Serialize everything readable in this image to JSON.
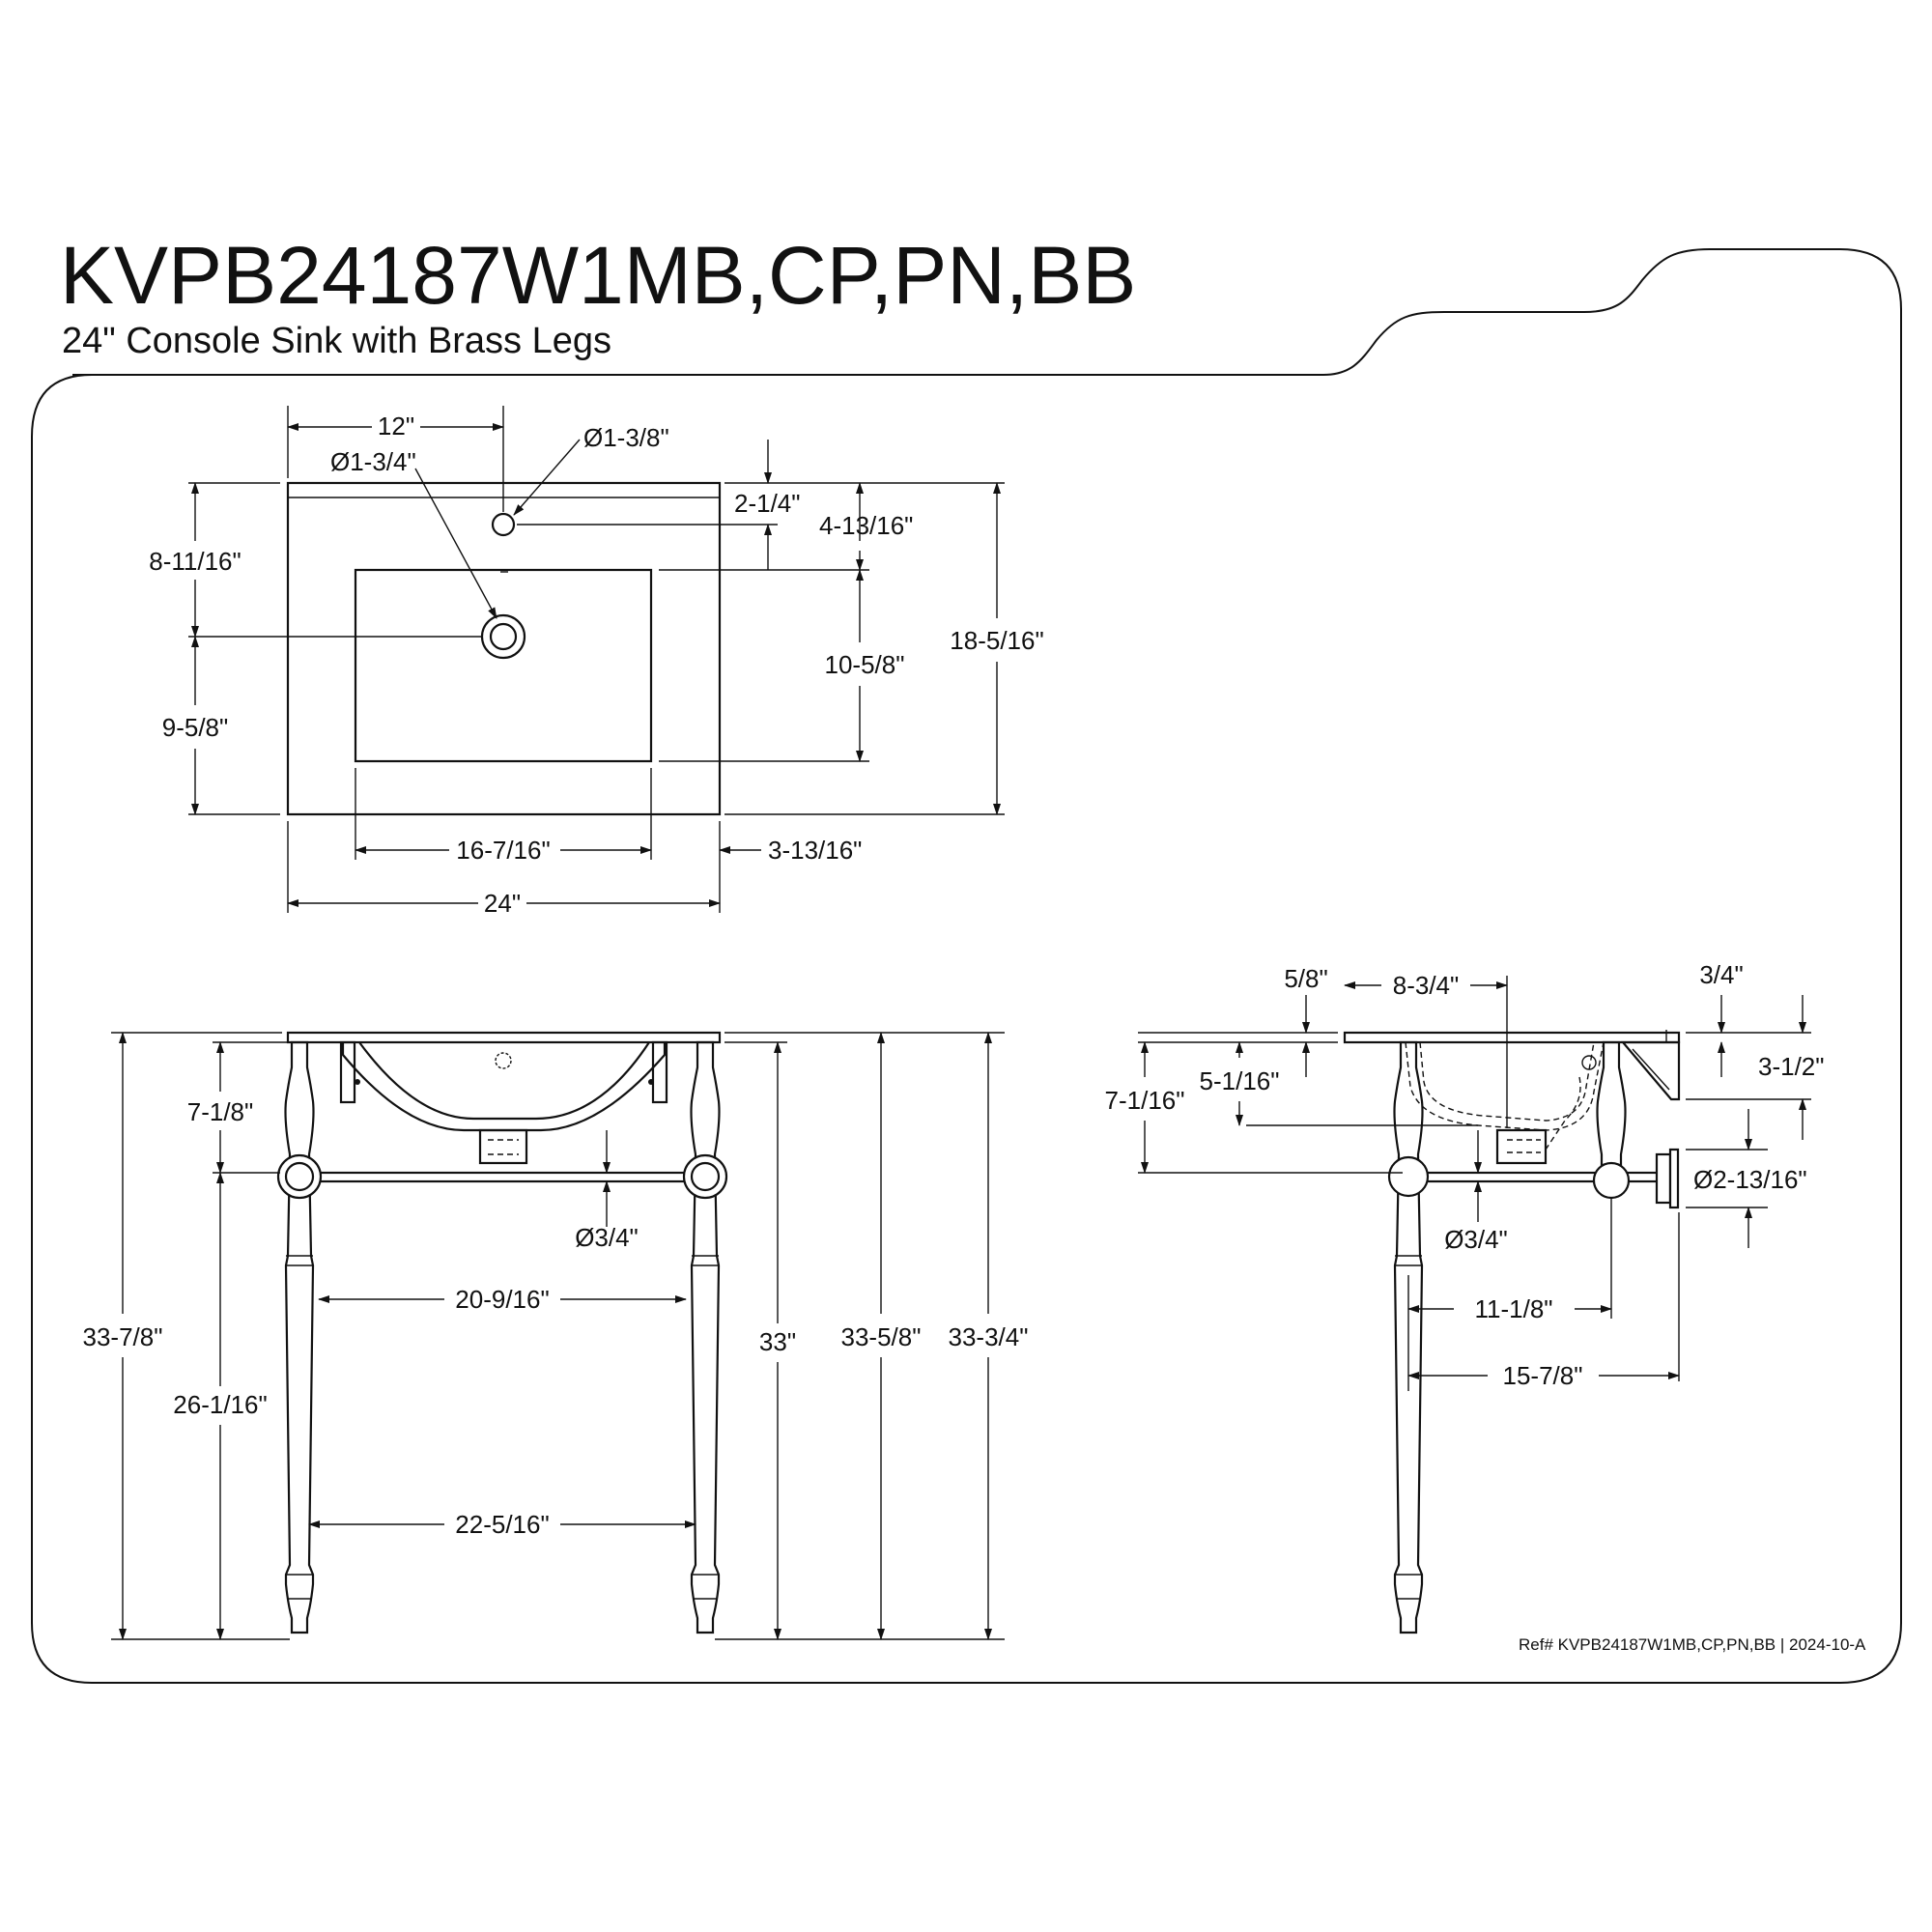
{
  "title": "KVPB24187W1MB,CP,PN,BB",
  "subtitle": "24\" Console Sink with Brass Legs",
  "reference": "Ref# KVPB24187W1MB,CP,PN,BB | 2024-10-A",
  "top_view": {
    "faucet_offset": "12\"",
    "faucet_hole": "Ø1-3/8\"",
    "drain_hole": "Ø1-3/4\"",
    "hole_to_back": "2-1/4\"",
    "back_to_bowl": "4-13/16\"",
    "back_to_drain": "8-11/16\"",
    "bowl_depth": "10-5/8\"",
    "front_to_drain": "9-5/8\"",
    "overall_depth": "18-5/16\"",
    "bowl_width": "16-7/16\"",
    "side_margin": "3-13/16\"",
    "overall_width": "24\""
  },
  "front_view": {
    "bowl_height": "7-1/8\"",
    "bar_diameter": "Ø3/4\"",
    "inner_leg_span_top": "20-9/16\"",
    "floor_to_bar": "26-1/16\"",
    "inner_leg_span_bottom": "22-5/16\"",
    "overall_height_left": "33-7/8\"",
    "height_33": "33\"",
    "height_33_5_8": "33-5/8\"",
    "height_33_3_4": "33-3/4\""
  },
  "side_view": {
    "top_thickness": "5/8\"",
    "back_to_bowl_center": "8-3/4\"",
    "bowl_depth_side": "5-1/16\"",
    "top_to_bar": "7-1/16\"",
    "backsplash_thickness": "3/4\"",
    "bracket_height": "3-1/2\"",
    "bar_diameter": "Ø3/4\"",
    "wall_flange": "Ø2-13/16\"",
    "leg_to_bar_support": "11-1/8\"",
    "leg_to_wall": "15-7/8\""
  }
}
